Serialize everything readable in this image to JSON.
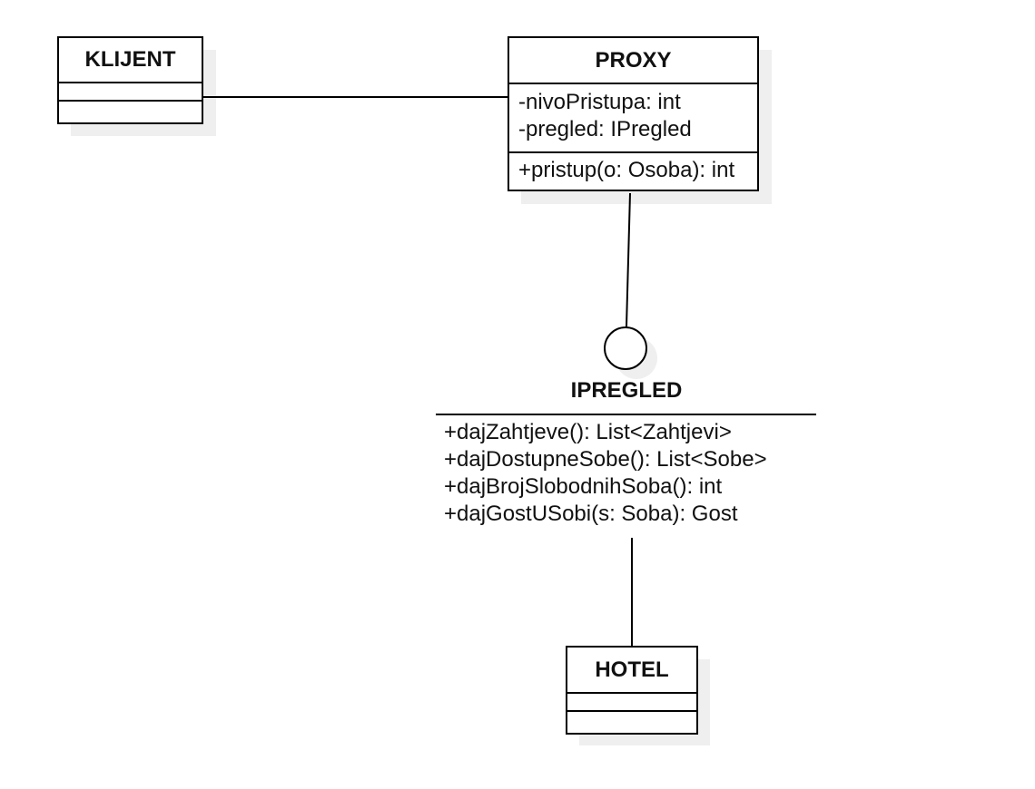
{
  "classes": {
    "klijent": {
      "name": "KLIJENT",
      "attributes": [],
      "operations": []
    },
    "proxy": {
      "name": "PROXY",
      "attributes": [
        "-nivoPristupa: int",
        "-pregled: IPregled"
      ],
      "operations": [
        "+pristup(o: Osoba): int"
      ]
    },
    "hotel": {
      "name": "HOTEL",
      "attributes": [],
      "operations": []
    }
  },
  "interface": {
    "name": "IPREGLED",
    "operations": [
      "+dajZahtjeve(): List<Zahtjevi>",
      "+dajDostupneSobe(): List<Sobe>",
      "+dajBrojSlobodnihSoba(): int",
      "+dajGostUSobi(s: Soba): Gost"
    ]
  }
}
